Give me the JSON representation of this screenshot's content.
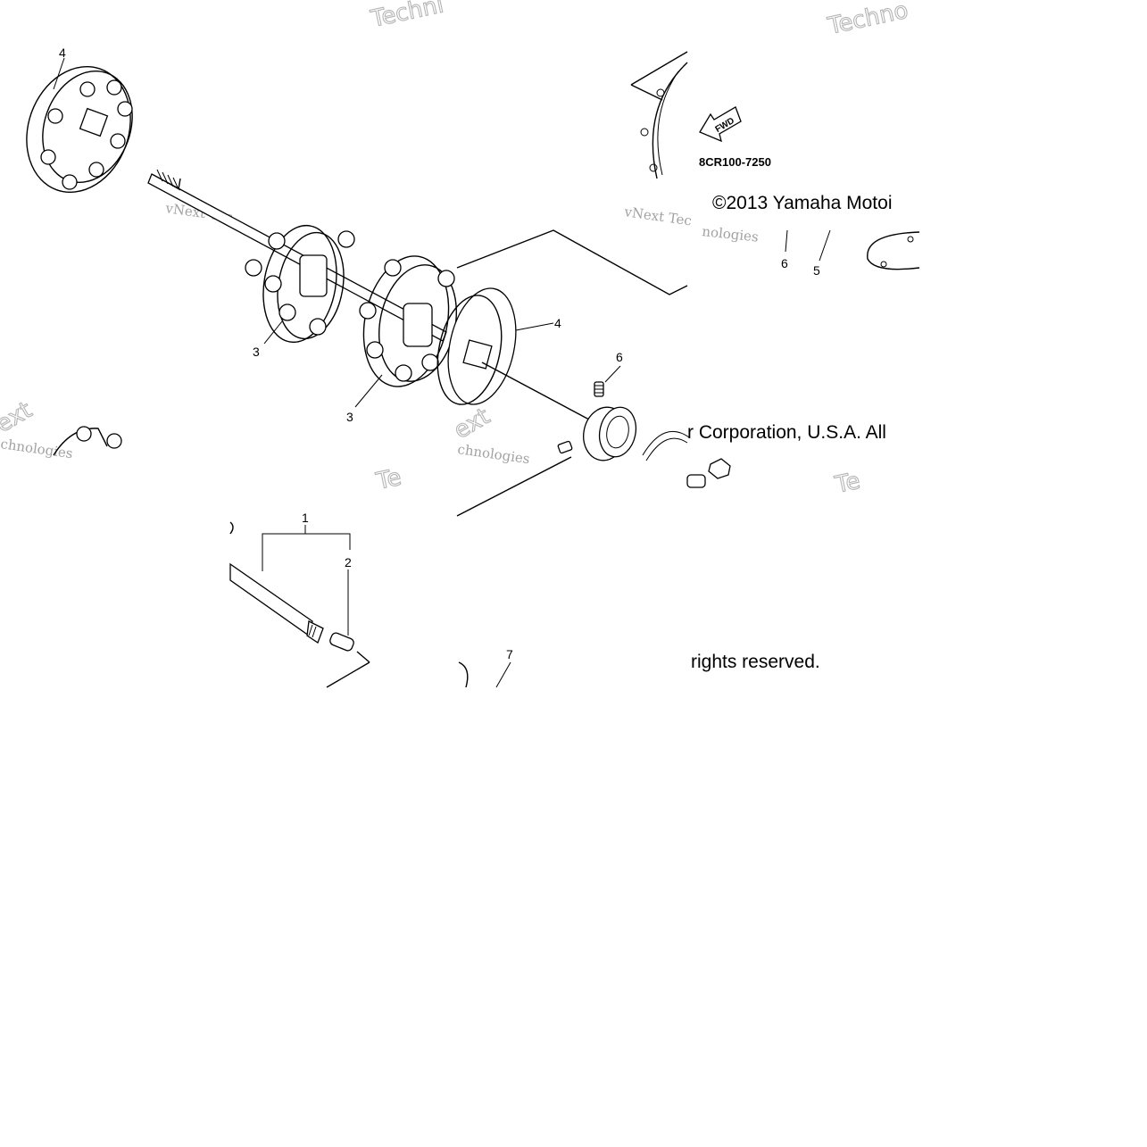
{
  "diagram": {
    "part_code": "8CR100-7250",
    "fwd_label": "FWD",
    "callouts": {
      "c1": "1",
      "c2": "2",
      "c3a": "3",
      "c3b": "3",
      "c4a": "4",
      "c4b": "4",
      "c5": "5",
      "c6a": "6",
      "c6b": "6",
      "c7": "7"
    },
    "copyright": {
      "line1": "©2013 Yamaha Motoi",
      "line2": "r Corporation, U.S.A. All",
      "line3": "rights reserved."
    },
    "watermarks": {
      "techno_a": "Techni",
      "techno_b": "Techno",
      "techno_c": "Te",
      "techno_d": "Te",
      "vnext_a": "vNext Tec",
      "vnext_b": "vNext Tec",
      "tech_a": "nologies",
      "tech_b": "chnologies",
      "tech_c": "chnologies",
      "next_a": "ext",
      "next_b": "ext"
    }
  }
}
